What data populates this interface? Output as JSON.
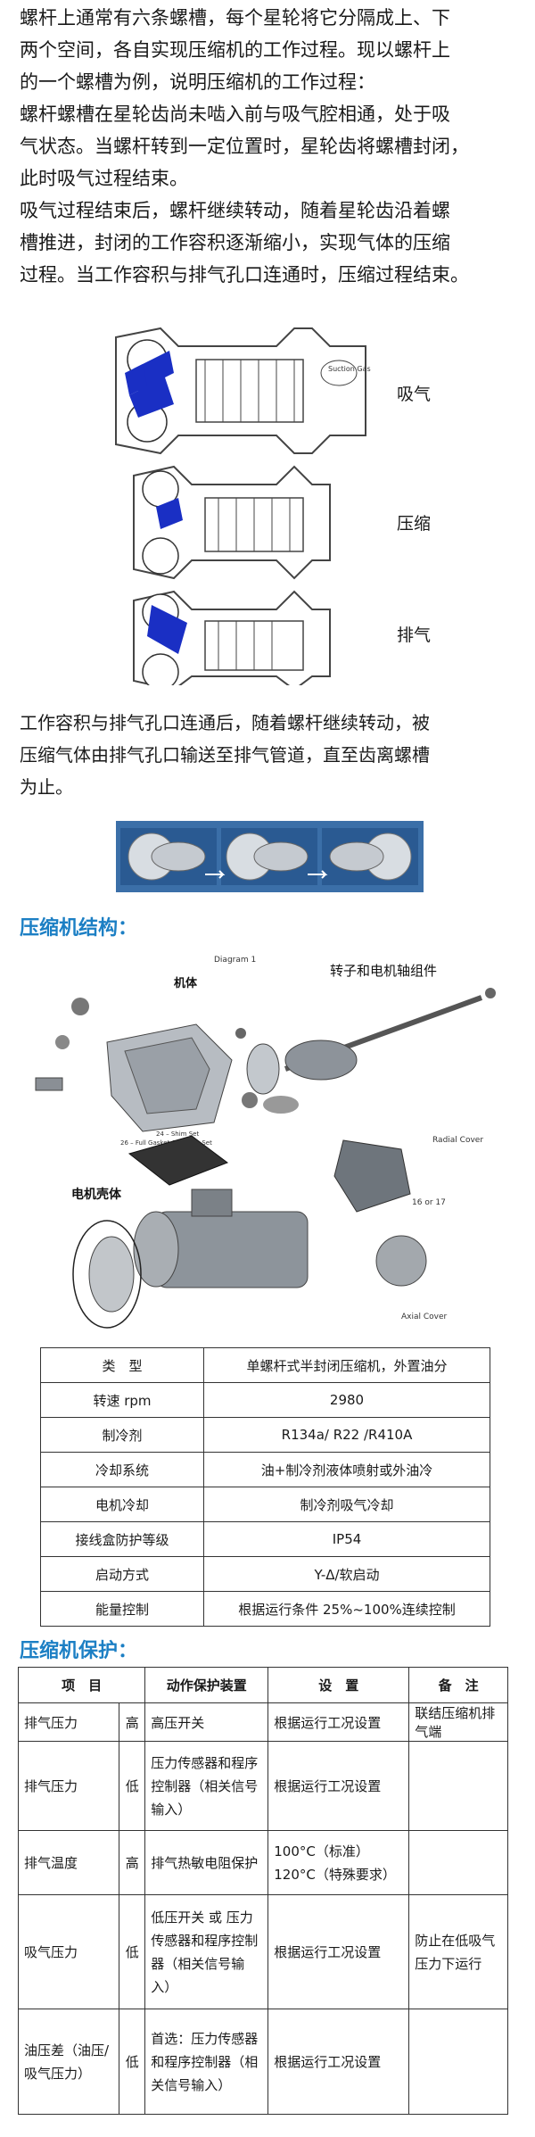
{
  "intro": {
    "lines": [
      "螺杆上通常有六条螺槽，每个星轮将它分隔成上、下",
      "两个空间，各自实现压缩机的工作过程。现以螺杆上",
      "的一个螺槽为例，说明压缩机的工作过程：",
      "螺杆螺槽在星轮齿尚未啮入前与吸气腔相通，处于吸",
      "气状态。当螺杆转到一定位置时，星轮齿将螺槽封闭，",
      "此时吸气过程结束。",
      "吸气过程结束后，螺杆继续转动，随着星轮齿沿着螺",
      "槽推进，封闭的工作容积逐渐缩小，实现气体的压缩",
      "过程。当工作容积与排气孔口连通时，压缩过程结束。"
    ]
  },
  "process_diagram": {
    "suction_label": "吸气",
    "compress_label": "压缩",
    "discharge_label": "排气",
    "suction_gas_text": "Suction Gas"
  },
  "discharge_text": {
    "lines": [
      "工作容积与排气孔口连通后，随着螺杆继续转动，被",
      "压缩气体由排气孔口输送至排气管道，直至齿离螺槽",
      "为止。"
    ]
  },
  "structure": {
    "heading": "压缩机结构：",
    "diagram_title": "Diagram 1",
    "body_label": "机体",
    "rotor_label": "转子和电机轴组件",
    "motor_label": "电机壳体",
    "radial_cover": "Radial Cover",
    "axial_cover": "Axial Cover",
    "part_16or17": "16 or 17",
    "note_24": "24 – Shim Set",
    "note_26": "26 – Full Gasket & O-Ring Set"
  },
  "spec_table": {
    "rows": [
      [
        "类　型",
        "单螺杆式半封闭压缩机，外置油分"
      ],
      [
        "转速 rpm",
        "2980"
      ],
      [
        "制冷剂",
        "R134a/ R22 /R410A"
      ],
      [
        "冷却系统",
        "油+制冷剂液体喷射或外油冷"
      ],
      [
        "电机冷却",
        "制冷剂吸气冷却"
      ],
      [
        "接线盒防护等级",
        "IP54"
      ],
      [
        "启动方式",
        "Y-Δ/软启动"
      ],
      [
        "能量控制",
        "根据运行条件 25%~100%连续控制"
      ]
    ]
  },
  "protection": {
    "heading": "压缩机保护：",
    "headers": [
      "项　目",
      "动作保护装置",
      "设　置",
      "备　注"
    ],
    "rows": [
      {
        "item": "排气压力",
        "level": "高",
        "device": "高压开关",
        "setting": "根据运行工况设置",
        "note": "联结压缩机排气端"
      },
      {
        "item": "排气压力",
        "level": "低",
        "device": "压力传感器和程序控制器（相关信号输入）",
        "setting": "根据运行工况设置",
        "note": ""
      },
      {
        "item": "排气温度",
        "level": "高",
        "device": "排气热敏电阻保护",
        "setting": "100°C（标准）\n120°C（特殊要求）",
        "note": ""
      },
      {
        "item": "吸气压力",
        "level": "低",
        "device": "低压开关 或 压力传感器和程序控制器（相关信号输入）",
        "setting": "根据运行工况设置",
        "note": "防止在低吸气压力下运行"
      },
      {
        "item": "油压差（油压/吸气压力）",
        "level": "低",
        "device": "首选：压力传感器和程序控制器（相关信号输入）",
        "setting": "根据运行工况设置",
        "note": ""
      }
    ]
  }
}
